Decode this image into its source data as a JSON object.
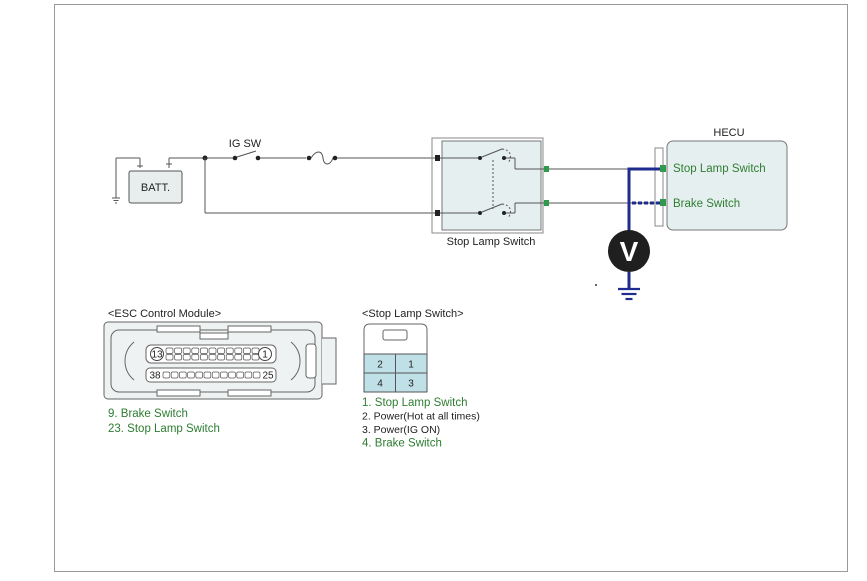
{
  "diagram": {
    "battery_label": "BATT.",
    "ig_sw_label": "IG SW",
    "stop_lamp_switch_label": "Stop Lamp Switch",
    "hecu_title": "HECU",
    "hecu_pins": [
      "Stop Lamp Switch",
      "Brake Switch"
    ],
    "meter_symbol": "V"
  },
  "esc_connector": {
    "title": "<ESC Control Module>",
    "pin_top_left": "13",
    "pin_top_right": "1",
    "pin_bottom_left": "38",
    "pin_bottom_right": "25",
    "notes": [
      "9. Brake Switch",
      "23. Stop Lamp Switch"
    ]
  },
  "stop_lamp_connector": {
    "title": "<Stop Lamp Switch>",
    "pins": [
      "2",
      "1",
      "4",
      "3"
    ],
    "notes": [
      {
        "text": "1. Stop Lamp Switch",
        "color": "#2e7d32"
      },
      {
        "text": "2. Power(Hot at all times)",
        "color": "#222222"
      },
      {
        "text": "3. Power(IG ON)",
        "color": "#222222"
      },
      {
        "text": "4. Brake Switch",
        "color": "#2e7d32"
      }
    ]
  },
  "colors": {
    "component_fill": "#e6efef",
    "pin_cell_fill": "#bfe0e6",
    "probe_wire": "#1f2c8f",
    "pin_terminal": "#2f9a4b",
    "accent_green": "#2e7d32"
  }
}
